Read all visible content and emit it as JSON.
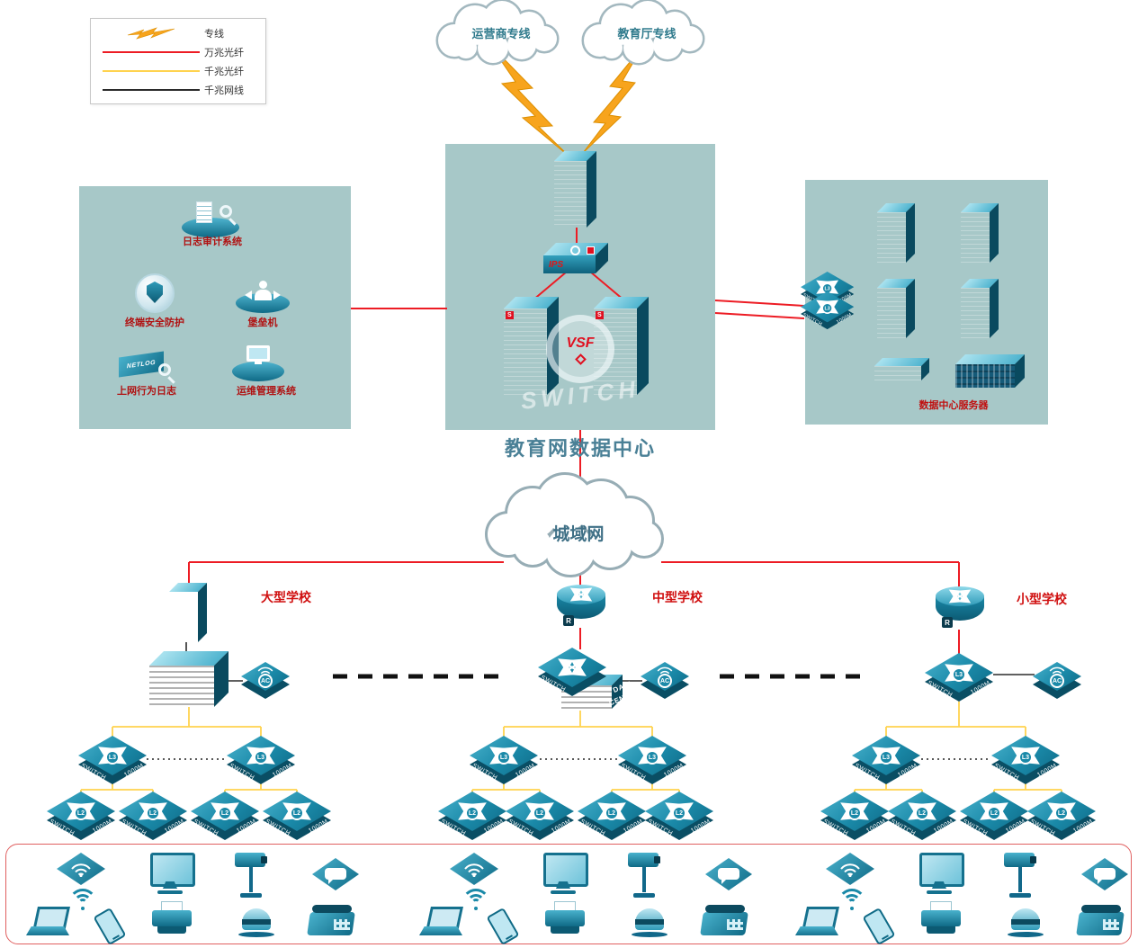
{
  "legend": {
    "items": [
      {
        "label": "专线",
        "type": "lightning",
        "color": "#f7a41d"
      },
      {
        "label": "万兆光纤",
        "type": "line",
        "color": "#ed1c24"
      },
      {
        "label": "千兆光纤",
        "type": "line",
        "color": "#ffd34f"
      },
      {
        "label": "千兆网线",
        "type": "line",
        "color": "#2b2b2b"
      }
    ]
  },
  "clouds": {
    "isp": "运营商专线",
    "edu": "教育厅专线",
    "man": "城域网"
  },
  "data_center": {
    "title": "教育网数据中心",
    "ips_label": "IPS",
    "vsf_label": "VSF",
    "watermark": "SWITCH",
    "server_badge": "S",
    "servers_label": "数据中心服务器"
  },
  "security_zone": {
    "log_audit": "日志审计系统",
    "terminal_security": "终端安全防护",
    "bastion": "堡垒机",
    "net_behavior_log": "上网行为日志",
    "ops_mgmt": "运维管理系统",
    "netlog_text": "NETLOG"
  },
  "schools": {
    "large": "大型学校",
    "medium": "中型学校",
    "small": "小型学校"
  },
  "device_labels": {
    "switch": "SWITCH",
    "speed": "1000M",
    "l3": "L3",
    "l2": "L2",
    "ac": "AC",
    "router": "R",
    "dc1": "DATA",
    "dc2": "CENTER"
  }
}
